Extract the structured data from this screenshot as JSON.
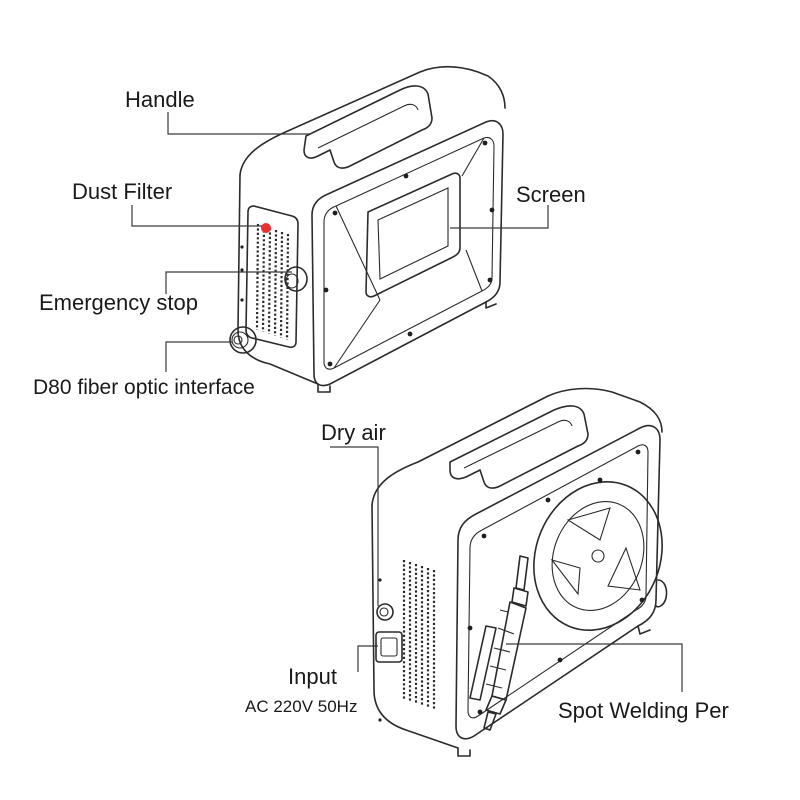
{
  "labels": {
    "handle": "Handle",
    "dust_filter": "Dust Filter",
    "screen": "Screen",
    "emergency_stop": "Emergency stop",
    "fiber_interface": "D80 fiber optic interface",
    "dry_air": "Dry air",
    "input": "Input",
    "input_spec": "AC 220V 50Hz",
    "spot_welding": "Spot Welding Per"
  },
  "colors": {
    "outline": "#2b2b2b",
    "text": "#1a1a1a",
    "indicator": "#e8322f",
    "background": "#ffffff"
  }
}
